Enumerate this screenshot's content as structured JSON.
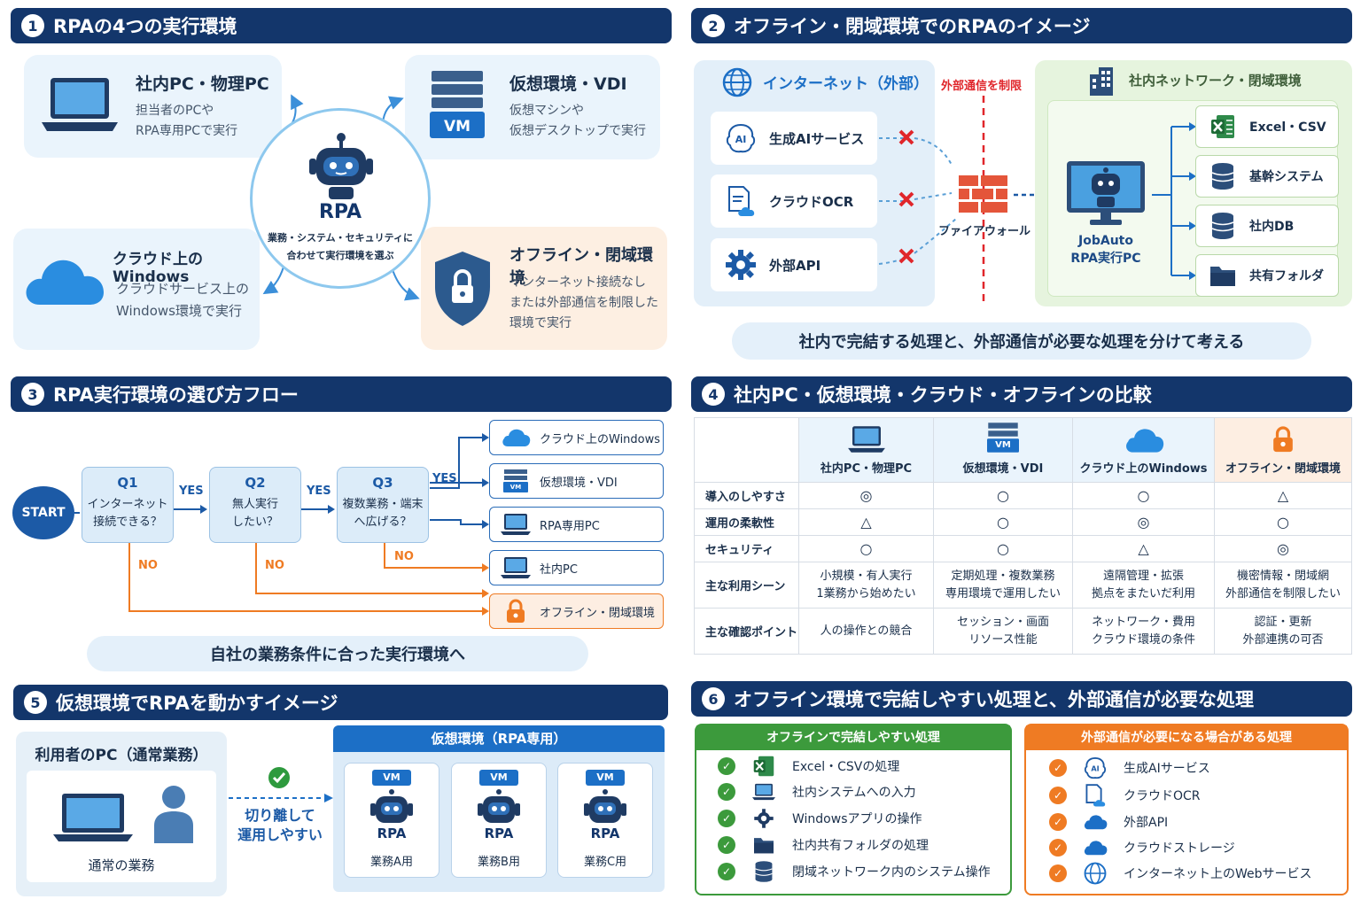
{
  "s1": {
    "num": "1",
    "title": "RPAの4つの実行環境",
    "center_title": "RPA",
    "center_desc": "業務・システム・セキュリティに\n合わせて実行環境を選ぶ",
    "pc": {
      "title": "社内PC・物理PC",
      "desc": "担当者のPCや\nRPA専用PCで実行"
    },
    "vdi": {
      "title": "仮想環境・VDI",
      "desc": "仮想マシンや\n仮想デスクトップで実行",
      "vm_label": "VM"
    },
    "cloud": {
      "title": "クラウド上のWindows",
      "desc": "クラウドサービス上の\nWindows環境で実行"
    },
    "offline": {
      "title": "オフライン・閉域環境",
      "desc": "インターネット接続なし\nまたは外部通信を制限した\n環境で実行"
    }
  },
  "s2": {
    "num": "2",
    "title": "オフライン・閉域環境でのRPAのイメージ",
    "internet_title": "インターネット（外部）",
    "limit_label": "外部通信を制限",
    "firewall_label": "ファイアウォール",
    "internal_title": "社内ネットワーク・閉域環境",
    "services": [
      "生成AIサービス",
      "クラウドOCR",
      "外部API"
    ],
    "robot_label": "JobAuto\nRPA実行PC",
    "targets": [
      "Excel・CSV",
      "基幹システム",
      "社内DB",
      "共有フォルダ"
    ],
    "footer": "社内で完結する処理と、外部通信が必要な処理を分けて考える"
  },
  "s3": {
    "num": "3",
    "title": "RPA実行環境の選び方フロー",
    "start": "START",
    "questions": [
      {
        "id": "Q1",
        "text": "インターネット\n接続できる？"
      },
      {
        "id": "Q2",
        "text": "無人実行\nしたい？"
      },
      {
        "id": "Q3",
        "text": "複数業務・端末\nへ広げる？"
      }
    ],
    "yes": "YES",
    "no": "NO",
    "results": [
      "クラウド上のWindows",
      "仮想環境・VDI",
      "RPA専用PC",
      "社内PC",
      "オフライン・閉域環境"
    ],
    "vm_label": "VM",
    "footer": "自社の業務条件に合った実行環境へ"
  },
  "s4": {
    "num": "4",
    "title": "社内PC・仮想環境・クラウド・オフラインの比較",
    "columns": [
      "社内PC・物理PC",
      "仮想環境・VDI",
      "クラウド上のWindows",
      "オフライン・閉域環境"
    ],
    "vm_label": "VM",
    "rows": [
      {
        "label": "導入のしやすさ",
        "cells": [
          "◎",
          "○",
          "○",
          "△"
        ]
      },
      {
        "label": "運用の柔軟性",
        "cells": [
          "△",
          "○",
          "◎",
          "○"
        ]
      },
      {
        "label": "セキュリティ",
        "cells": [
          "○",
          "○",
          "△",
          "◎"
        ]
      },
      {
        "label": "主な利用シーン",
        "cells": [
          "小規模・有人実行\n1業務から始めたい",
          "定期処理・複数業務\n専用環境で運用したい",
          "遠隔管理・拡張\n拠点をまたいだ利用",
          "機密情報・閉域網\n外部通信を制限したい"
        ]
      },
      {
        "label": "主な確認ポイント",
        "cells": [
          "人の操作との競合",
          "セッション・画面\nリソース性能",
          "ネットワーク・費用\nクラウド環境の条件",
          "認証・更新\n外部連携の可否"
        ]
      }
    ]
  },
  "s5": {
    "num": "5",
    "title": "仮想環境でRPAを動かすイメージ",
    "user_title": "利用者のPC（通常業務）",
    "user_caption": "通常の業務",
    "separate_label": "切り離して\n運用しやすい",
    "vm_env_title": "仮想環境（RPA専用）",
    "vms": [
      {
        "tag": "VM",
        "name": "RPA",
        "task": "業務A用"
      },
      {
        "tag": "VM",
        "name": "RPA",
        "task": "業務B用"
      },
      {
        "tag": "VM",
        "name": "RPA",
        "task": "業務C用"
      }
    ]
  },
  "s6": {
    "num": "6",
    "title": "オフライン環境で完結しやすい処理と、外部通信が必要な処理",
    "left_title": "オフラインで完結しやすい処理",
    "left_items": [
      "Excel・CSVの処理",
      "社内システムへの入力",
      "Windowsアプリの操作",
      "社内共有フォルダの処理",
      "閉域ネットワーク内のシステム操作"
    ],
    "right_title": "外部通信が必要になる場合がある処理",
    "right_items": [
      "生成AIサービス",
      "クラウドOCR",
      "外部API",
      "クラウドストレージ",
      "インターネット上のWebサービス"
    ]
  },
  "colors": {
    "navy": "#13366b",
    "blue": "#1c6fc6",
    "green": "#3c9a3c",
    "orange": "#ef7b23",
    "red": "#e0262b"
  }
}
